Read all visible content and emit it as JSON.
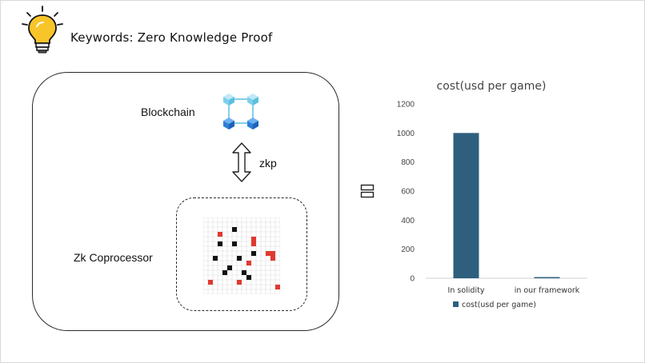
{
  "slide": {
    "title": "Keywords: Zero Knowledge Proof",
    "icon": "lightbulb-icon"
  },
  "diagram": {
    "blockchain_label": "Blockchain",
    "blockchain_icon": "blockchain-network-icon",
    "arrow_label": "zkp",
    "coprocessor_label": "Zk Coprocessor",
    "grid_icon": "game-board-grid-icon",
    "equivalence_icon": "equivalence-icon"
  },
  "colors": {
    "bar": "#2e5f7e",
    "red_cell": "#e0392e",
    "black_cell": "#111111",
    "cube_light": "#7fd0ea",
    "cube_dark": "#2f7fd8"
  },
  "chart_data": {
    "type": "bar",
    "title": "cost(usd per game)",
    "categories": [
      "In solidity",
      "in our framework"
    ],
    "series": [
      {
        "name": "cost(usd per game)",
        "values": [
          1000,
          8
        ]
      }
    ],
    "ylim": [
      0,
      1200
    ],
    "yticks": [
      0,
      200,
      400,
      600,
      800,
      1000,
      1200
    ],
    "grid": false,
    "legend_position": "bottom",
    "xlabel": "",
    "ylabel": ""
  }
}
